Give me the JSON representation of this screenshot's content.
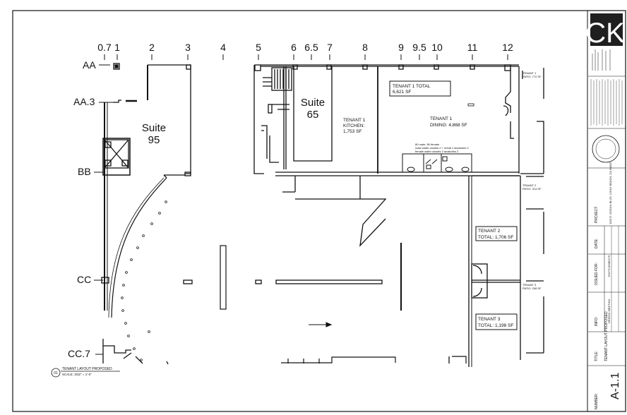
{
  "grid_columns": [
    {
      "label": "0.7"
    },
    {
      "label": "1"
    },
    {
      "label": "2"
    },
    {
      "label": "3"
    },
    {
      "label": "4"
    },
    {
      "label": "5"
    },
    {
      "label": "6"
    },
    {
      "label": "6.5"
    },
    {
      "label": "7"
    },
    {
      "label": "8"
    },
    {
      "label": "9"
    },
    {
      "label": "9.5"
    },
    {
      "label": "10"
    },
    {
      "label": "11"
    },
    {
      "label": "12"
    }
  ],
  "grid_rows": [
    {
      "label": "AA"
    },
    {
      "label": "AA.3"
    },
    {
      "label": "BB"
    },
    {
      "label": "CC"
    },
    {
      "label": "CC.7"
    }
  ],
  "suites": {
    "suite95": {
      "line1": "Suite",
      "line2": "95"
    },
    "suite65": {
      "line1": "Suite",
      "line2": "65"
    }
  },
  "tenants": {
    "t1_total": {
      "line1": "TENANT 1 TOTAL",
      "line2": "6,621 SF"
    },
    "t1_kitchen": {
      "line1": "TENANT 1",
      "line2": "KITCHEN:",
      "line3": "1,753 SF"
    },
    "t1_dining": {
      "line1": "TENANT 1",
      "line2": "DINING: 4,868 SF"
    },
    "t2_total": {
      "line1": "TENANT 2",
      "line2": "TOTAL: 1,706 SF"
    },
    "t3_total": {
      "line1": "TENANT 3",
      "line2": "TOTAL: 1,198 SF"
    },
    "restroom_note": {
      "line1": "80 male, 80 female",
      "line2": "male water closets 2 + urinal 1 lavatories 2",
      "line3": "female water closets 3 lavatories 2"
    }
  },
  "drawing_title": {
    "number": "01",
    "line1": "TENANT LAYOUT PROPOSED",
    "line2": "SCALE: 3/32\" = 1'-0\""
  },
  "title_block": {
    "logo": "CK",
    "project_label": "PROJECT:",
    "project_value": "1115 E. OCEAN BLVD. LONG BEACH, CA 90802",
    "date_label": "DATE:",
    "issued_label": "ISSUED FOR:",
    "issued_value": "ENTITLEMENTS",
    "info_label": "INFO:",
    "info_value": "DESIGN MEETING",
    "title_label": "TITLE:",
    "title_value": "TENANT LAYOUT PROPOSED",
    "number_label": "NUMBER:",
    "sheet_number": "A-1.1"
  },
  "colors": {
    "line": "#111111",
    "logo_bg": "#1f1f1f",
    "logo_fg": "#ffffff"
  }
}
